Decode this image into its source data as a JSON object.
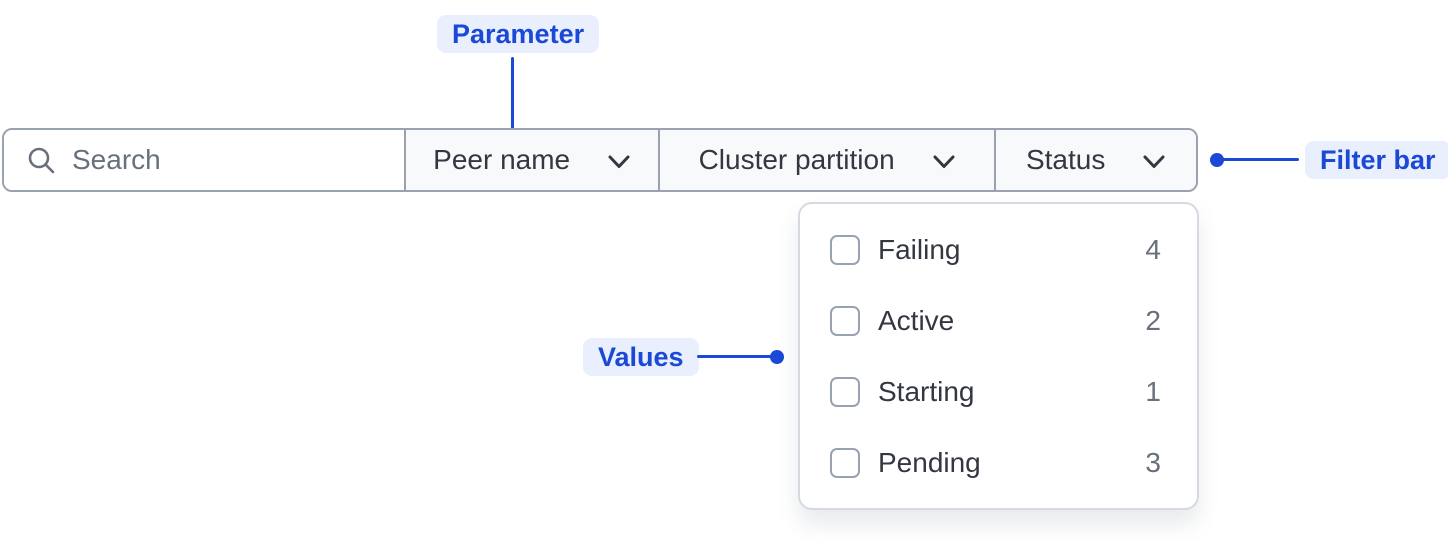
{
  "annotations": {
    "parameter": {
      "label": "Parameter"
    },
    "filter_bar": {
      "label": "Filter bar"
    },
    "values": {
      "label": "Values"
    }
  },
  "filter_bar": {
    "search": {
      "placeholder": "Search",
      "value": "",
      "icon": "search-icon"
    },
    "filters": [
      {
        "label": "Peer name",
        "icon": "chevron-down-icon"
      },
      {
        "label": "Cluster partition",
        "icon": "chevron-down-icon"
      },
      {
        "label": "Status",
        "icon": "chevron-down-icon",
        "open": true
      }
    ]
  },
  "dropdown": {
    "items": [
      {
        "label": "Failing",
        "count": "4",
        "checked": false
      },
      {
        "label": "Active",
        "count": "2",
        "checked": false
      },
      {
        "label": "Starting",
        "count": "1",
        "checked": false
      },
      {
        "label": "Pending",
        "count": "3",
        "checked": false
      }
    ]
  },
  "colors": {
    "accent_blue": "#1c48d8",
    "annotation_pill_bg": "#e9effd",
    "bar_border": "#9aa2b0",
    "button_bg": "#f8f9fb",
    "text_dark": "#343741",
    "text_muted": "#69707d",
    "panel_border": "#d5dae2"
  }
}
